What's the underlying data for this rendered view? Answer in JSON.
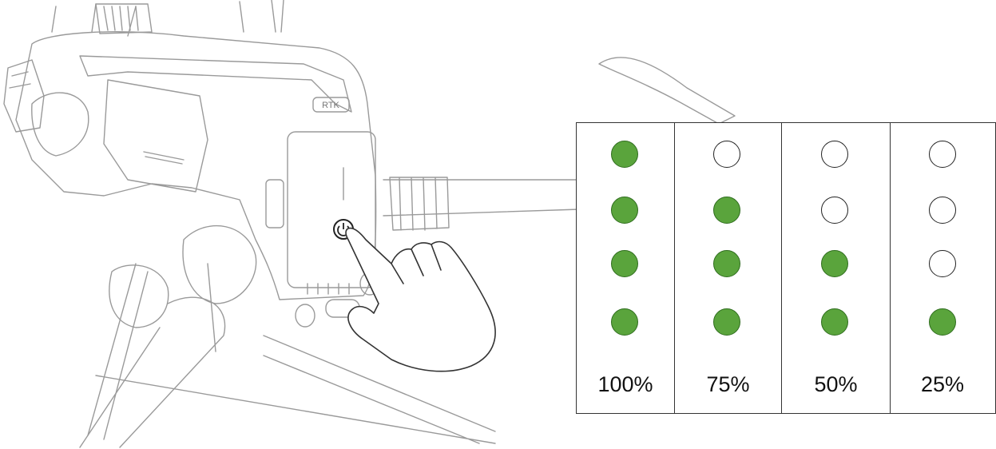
{
  "callout": {
    "led_on_color": "#5aa43c",
    "led_off_color": "#ffffff",
    "columns": [
      {
        "label": "100%",
        "leds": [
          true,
          true,
          true,
          true
        ]
      },
      {
        "label": "75%",
        "leds": [
          false,
          true,
          true,
          true
        ]
      },
      {
        "label": "50%",
        "leds": [
          false,
          false,
          true,
          true
        ]
      },
      {
        "label": "25%",
        "leds": [
          false,
          false,
          false,
          true
        ]
      }
    ]
  },
  "illustration": {
    "subject": "drone battery power button pressed by finger",
    "rtk_label": "RTK",
    "icons": [
      "power-button-icon",
      "pointing-hand-icon"
    ]
  }
}
